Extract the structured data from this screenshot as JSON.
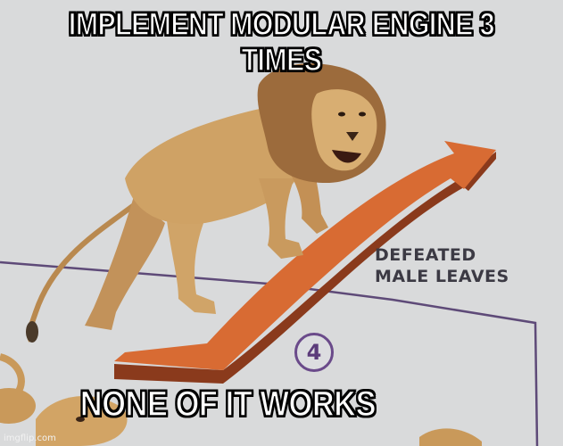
{
  "meme": {
    "top_text": "IMPLEMENT MODULAR ENGINE 3 TIMES",
    "bottom_text": "NONE OF IT WORKS"
  },
  "diagram": {
    "label_line1": "DEFEATED",
    "label_line2": "MALE LEAVES",
    "step_number": "4"
  },
  "watermark": "imgflip.com",
  "colors": {
    "arrow": "#d86b33",
    "arrow_shadow": "#8a3a1c",
    "lion": "#c99a5e",
    "mane": "#9c6b3c",
    "page": "#d9dadb",
    "purple_line": "#5e4a78"
  }
}
